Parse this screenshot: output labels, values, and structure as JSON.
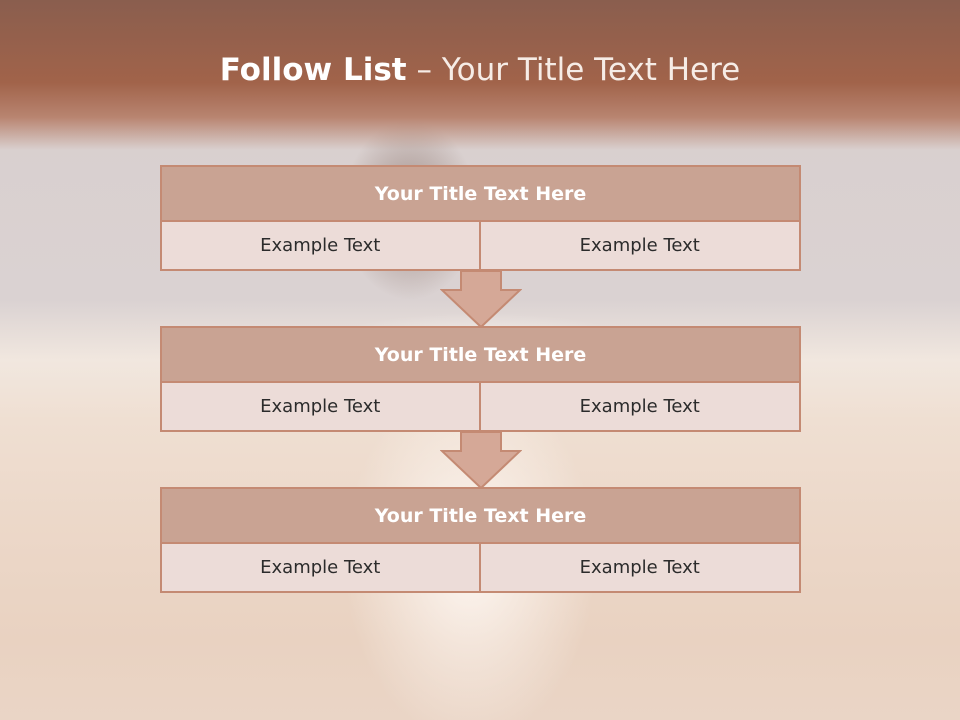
{
  "slide": {
    "title_bold": "Follow List",
    "title_rest": " – Your Title Text Here"
  },
  "blocks": [
    {
      "title": "Your Title Text Here",
      "left": "Example Text",
      "right": "Example Text"
    },
    {
      "title": "Your Title Text Here",
      "left": "Example Text",
      "right": "Example Text"
    },
    {
      "title": "Your Title Text Here",
      "left": "Example Text",
      "right": "Example Text"
    }
  ],
  "colors": {
    "header": "#a1634a",
    "block_title_fill": "#c9a393",
    "block_border": "#c48a73",
    "cell_fill": "#ecdcd8",
    "arrow_fill": "#d5a897"
  },
  "icons": {
    "connector": "down-arrow-icon"
  }
}
